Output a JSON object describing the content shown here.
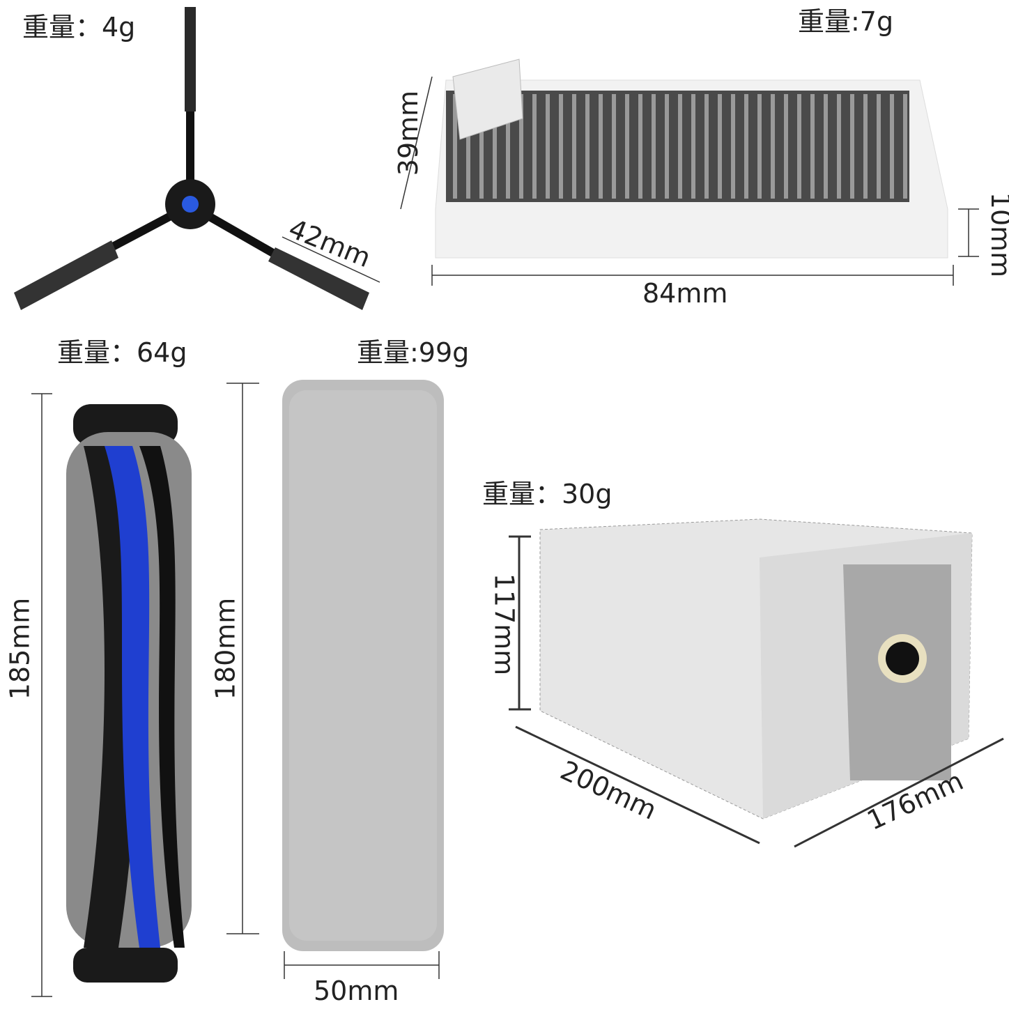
{
  "colors": {
    "text": "#222222",
    "dimension_line": "#333333",
    "brush_blue": "#1f3fd0",
    "brush_dark": "#1a1a1a",
    "filter_gray": "#555555",
    "mop_gray": "#b9b9b9",
    "bag_gray": "#e4e4e4"
  },
  "side_brush": {
    "weight": "重量：4g",
    "length": "42mm"
  },
  "filter": {
    "weight": "重量:7g",
    "height": "39mm",
    "depth": "10mm",
    "width": "84mm"
  },
  "main_brush": {
    "weight": "重量：64g",
    "length": "185mm"
  },
  "mop_roller": {
    "weight": "重量:99g",
    "length": "180mm",
    "diameter": "50mm"
  },
  "dust_bag": {
    "weight": "重量：30g",
    "height": "117mm",
    "length": "200mm",
    "width": "176mm"
  }
}
